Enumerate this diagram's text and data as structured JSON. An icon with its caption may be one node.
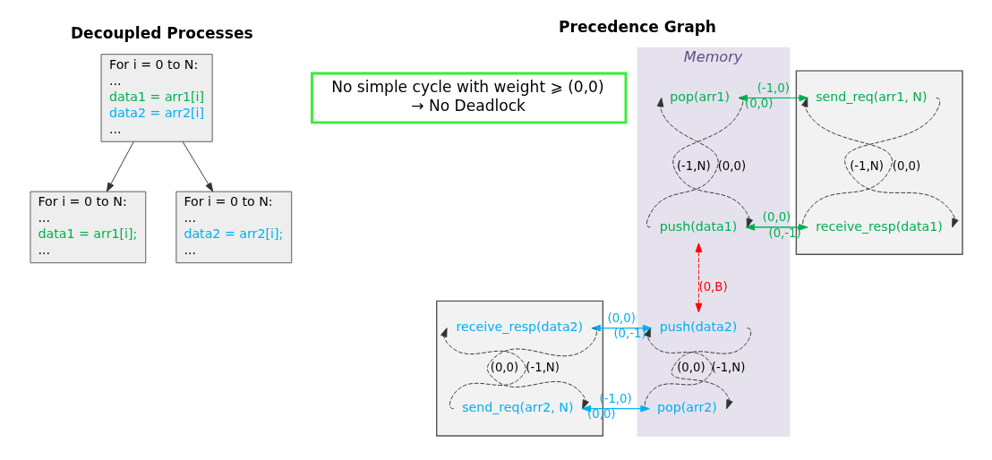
{
  "diagram": {
    "nodes": [
      {
        "text": [
          "For i = 0 to N:",
          "...",
          "data1 = arr1[i]",
          "data2 = arr2[i]",
          "..."
        ]
      },
      {
        "text": [
          "For i = 0 to N:",
          "...",
          "data1 = arr1[i];",
          "..."
        ]
      },
      {
        "text": [
          "For i = 0 to N:",
          "...",
          "data2 = arr2[i];",
          "..."
        ]
      },
      {
        "text": [],
        "shape": "box"
      },
      {
        "text": [
          "send_req(arr1, N)"
        ],
        "in": 3
      },
      {
        "text": [
          "receive_resp(data1)"
        ],
        "in": 3
      },
      {
        "text": [
          "Memory"
        ]
      },
      {
        "text": [
          "pop(arr1)"
        ],
        "in": 6
      },
      {
        "text": [
          "push(data1)"
        ],
        "in": 6
      },
      {
        "text": [
          "push(data2)"
        ],
        "in": 6
      },
      {
        "text": [
          "pop(arr2)"
        ],
        "in": 6
      },
      {
        "text": [],
        "shape": "box"
      },
      {
        "text": [
          "receive_resp(data2)"
        ],
        "in": 11
      },
      {
        "text": [
          "send_req(arr2, N)"
        ],
        "in": 11
      },
      {
        "text": [
          "No simple cycle with weight ⩾ (0,0)",
          "→ No Deadlock"
        ]
      }
    ],
    "edges": [
      {
        "from": 0,
        "to": 1,
        "arrow": "to"
      },
      {
        "from": 0,
        "to": 2,
        "arrow": "to"
      },
      {
        "from": 4,
        "to": 7,
        "arrow": "to",
        "label": "(-1,0)",
        "color": "#00b050"
      },
      {
        "from": 7,
        "to": 4,
        "arrow": "to",
        "label": "(0,0)",
        "color": "#00b050"
      },
      {
        "from": 4,
        "to": 5,
        "arrow": "to",
        "label": "(-1,N)",
        "style": "dashed"
      },
      {
        "from": 5,
        "to": 4,
        "arrow": "to",
        "label": "(0,0)",
        "style": "dashed"
      },
      {
        "from": 7,
        "to": 8,
        "arrow": "to",
        "label": "(-1,N)",
        "style": "dashed"
      },
      {
        "from": 8,
        "to": 7,
        "arrow": "to",
        "label": "(0,0)",
        "style": "dashed"
      },
      {
        "from": 5,
        "to": 8,
        "arrow": "to",
        "label": "(0,0)",
        "color": "#00b050"
      },
      {
        "from": 8,
        "to": 5,
        "arrow": "to",
        "label": "(0,-1)",
        "color": "#00b050"
      },
      {
        "from": 8,
        "to": 9,
        "arrow": "both",
        "label": "(0,B)",
        "style": "dashed",
        "color": "#ff0000"
      },
      {
        "from": 12,
        "to": 9,
        "arrow": "to",
        "label": "(0,0)",
        "color": "#00b0f0"
      },
      {
        "from": 9,
        "to": 12,
        "arrow": "to",
        "label": "(0,-1)",
        "color": "#00b0f0"
      },
      {
        "from": 12,
        "to": 13,
        "arrow": "to",
        "label": "(0,0)",
        "style": "dashed"
      },
      {
        "from": 13,
        "to": 12,
        "arrow": "to",
        "label": "(-1,N)",
        "style": "dashed"
      },
      {
        "from": 9,
        "to": 10,
        "arrow": "to",
        "label": "(0,0)",
        "style": "dashed"
      },
      {
        "from": 10,
        "to": 9,
        "arrow": "to",
        "label": "(-1,N)",
        "style": "dashed"
      },
      {
        "from": 13,
        "to": 10,
        "arrow": "to",
        "label": "(-1,0)",
        "color": "#00b0f0"
      },
      {
        "from": 10,
        "to": 13,
        "arrow": "to",
        "label": "(0,0)",
        "color": "#00b0f0"
      }
    ],
    "labels": [
      "Decoupled Processes",
      "Precedence Graph"
    ]
  }
}
